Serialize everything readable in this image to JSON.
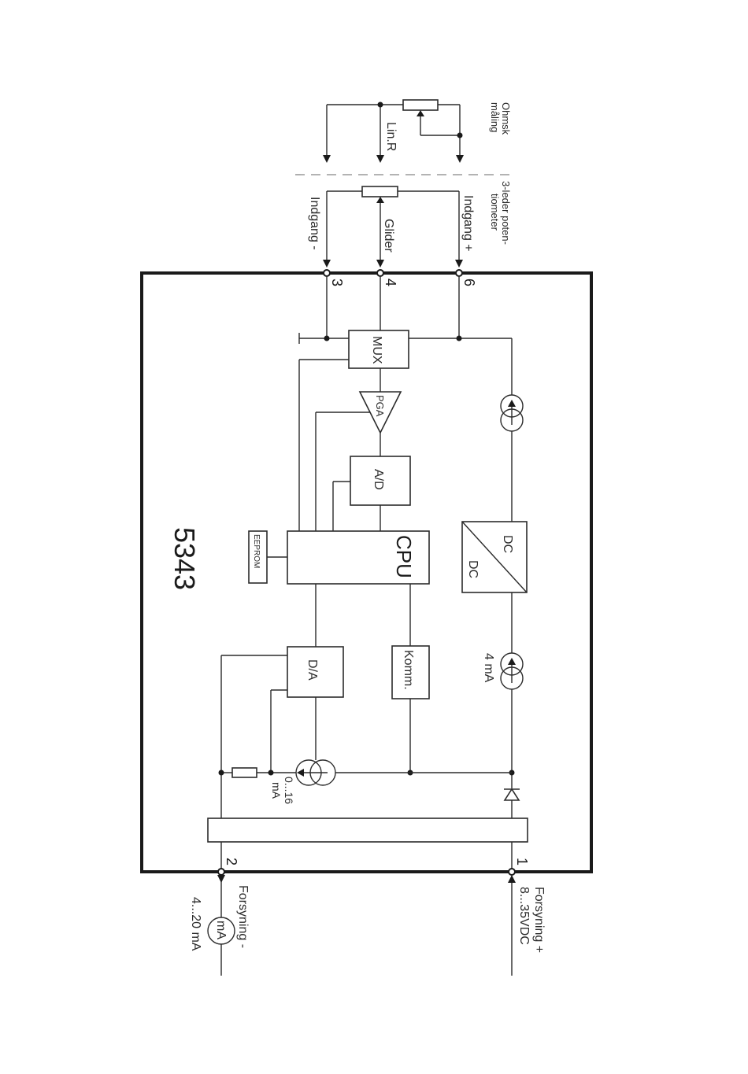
{
  "model": "5343",
  "blocks": {
    "mux": "MUX",
    "pga": "PGA",
    "ad": "A/D",
    "cpu": "CPU",
    "eeprom": "EEPROM",
    "dcdc_top": "DC",
    "dcdc_bottom": "DC",
    "da": "D/A",
    "komm": "Komm."
  },
  "terminals": {
    "t1": "1",
    "t2": "2",
    "t3": "3",
    "t4": "4",
    "t6": "6"
  },
  "labels": {
    "indgang_minus": "Indgang -",
    "glider": "Glider",
    "indgang_plus": "Indgang +",
    "lin_r": "Lin.R",
    "ohmsk_line1": "Ohmsk",
    "ohmsk_line2": "måling",
    "pot_line1": "3-leder poten-",
    "pot_line2": "tiometer",
    "current_4ma": "4 mA",
    "current_016_line1": "0...16",
    "current_016_line2": "mA",
    "forsyning_plus": "Forsyning +",
    "supply_voltage": "8...35VDC",
    "forsyning_minus": "Forsyning -",
    "loop_current": "4...20 mA",
    "meter": "mA"
  }
}
